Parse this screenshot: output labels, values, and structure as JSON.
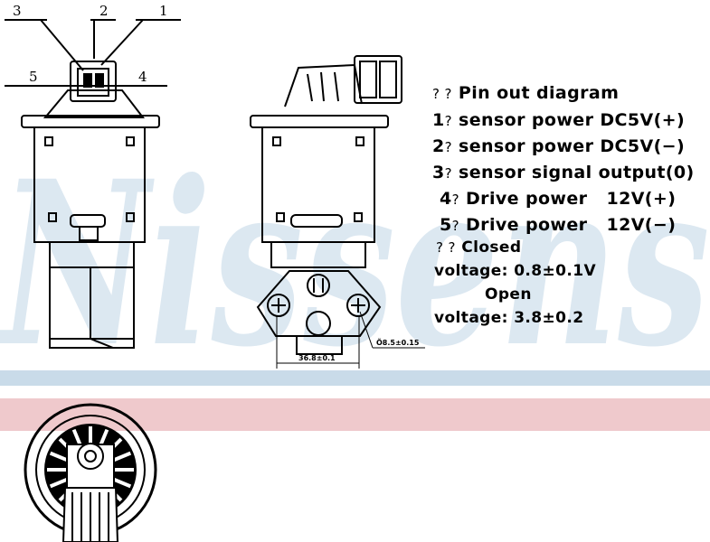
{
  "watermark": {
    "brand": "Nissens",
    "band_blue": "#c9dbe9",
    "band_red": "#efc9cc"
  },
  "pin_numbers": {
    "p3": "3",
    "p2": "2",
    "p1": "1",
    "p5": "5",
    "p4": "4"
  },
  "legend": {
    "title_prefix": "? ?",
    "title": "Pin out diagram",
    "rows": [
      {
        "num": "1",
        "q": "?",
        "text": "sensor power DC5V(+)"
      },
      {
        "num": "2",
        "q": "?",
        "text": "sensor power DC5V(−)"
      },
      {
        "num": "3",
        "q": "?",
        "text": "sensor signal output(0)"
      },
      {
        "num": "4",
        "q": "?",
        "text": "Drive power   12V(+)"
      },
      {
        "num": "5",
        "q": "?",
        "text": "Drive power   12V(−)"
      }
    ],
    "closed_prefix": "? ?",
    "closed_label": "Closed",
    "closed_voltage": "voltage: 0.8±0.1V",
    "open_label": "Open",
    "open_voltage": "voltage: 3.8±0.2"
  },
  "dimensions": {
    "width": "36.8±0.1",
    "hole": "Õ8.5±0.15"
  }
}
